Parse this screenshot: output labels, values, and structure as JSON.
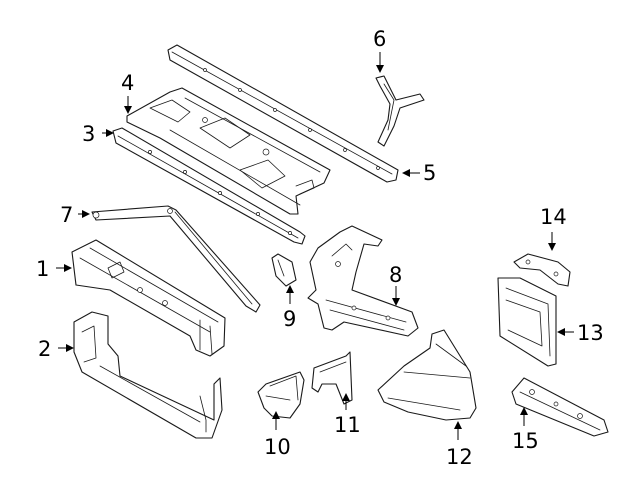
{
  "callouts": [
    {
      "id": "1",
      "label": "1"
    },
    {
      "id": "2",
      "label": "2"
    },
    {
      "id": "3",
      "label": "3"
    },
    {
      "id": "4",
      "label": "4"
    },
    {
      "id": "5",
      "label": "5"
    },
    {
      "id": "6",
      "label": "6"
    },
    {
      "id": "7",
      "label": "7"
    },
    {
      "id": "8",
      "label": "8"
    },
    {
      "id": "9",
      "label": "9"
    },
    {
      "id": "10",
      "label": "10"
    },
    {
      "id": "11",
      "label": "11"
    },
    {
      "id": "12",
      "label": "12"
    },
    {
      "id": "13",
      "label": "13"
    },
    {
      "id": "14",
      "label": "14"
    },
    {
      "id": "15",
      "label": "15"
    }
  ],
  "colors": {
    "line": "#1a1a1a",
    "background": "#ffffff"
  }
}
